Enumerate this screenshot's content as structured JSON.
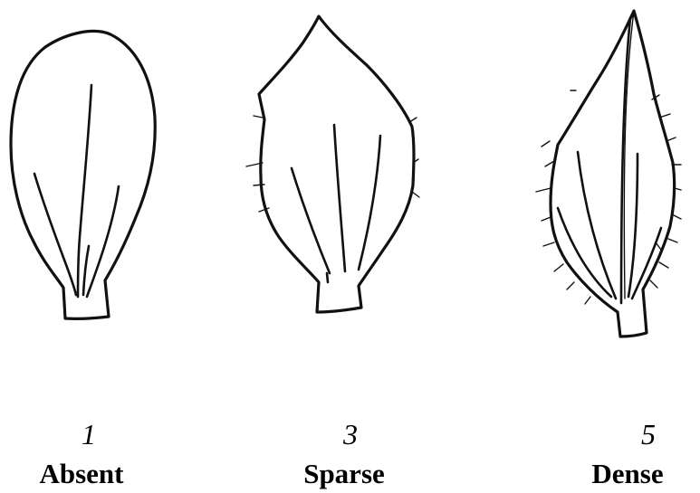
{
  "panels": [
    {
      "score": "1",
      "label": "Absent",
      "icon": "leaf-hairless-icon"
    },
    {
      "score": "3",
      "label": "Sparse",
      "icon": "leaf-sparse-hairs-icon"
    },
    {
      "score": "5",
      "label": "Dense",
      "icon": "leaf-dense-hairs-icon"
    }
  ]
}
